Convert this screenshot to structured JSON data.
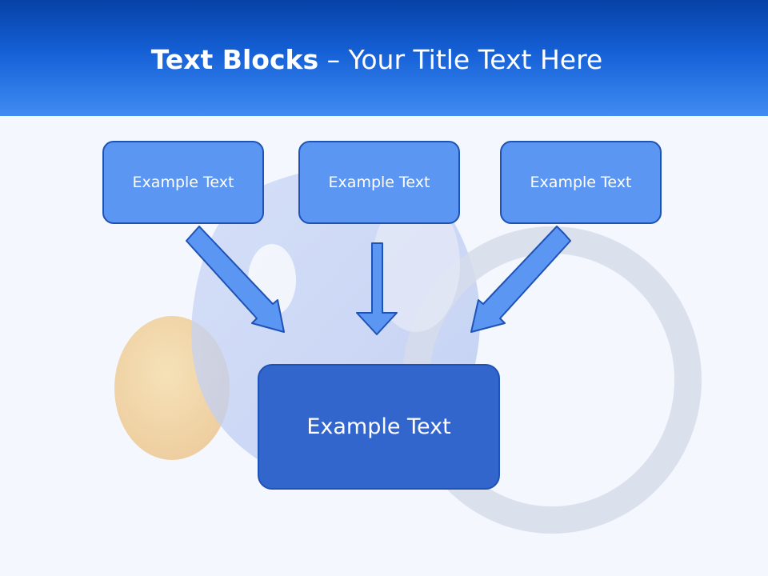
{
  "slide": {
    "title_bold": "Text Blocks",
    "title_separator": " – ",
    "title_rest": "Your Title Text Here"
  },
  "blocks": {
    "top": [
      "Example Text",
      "Example Text",
      "Example Text"
    ],
    "bottom": "Example Text"
  },
  "colors": {
    "header_top": "#0641a6",
    "header_bottom": "#3f8cf2",
    "small_box_fill": "#5b97f2",
    "big_box_fill": "#3366cc",
    "box_border": "#1e52b5",
    "arrow_fill": "#5b97f2"
  }
}
